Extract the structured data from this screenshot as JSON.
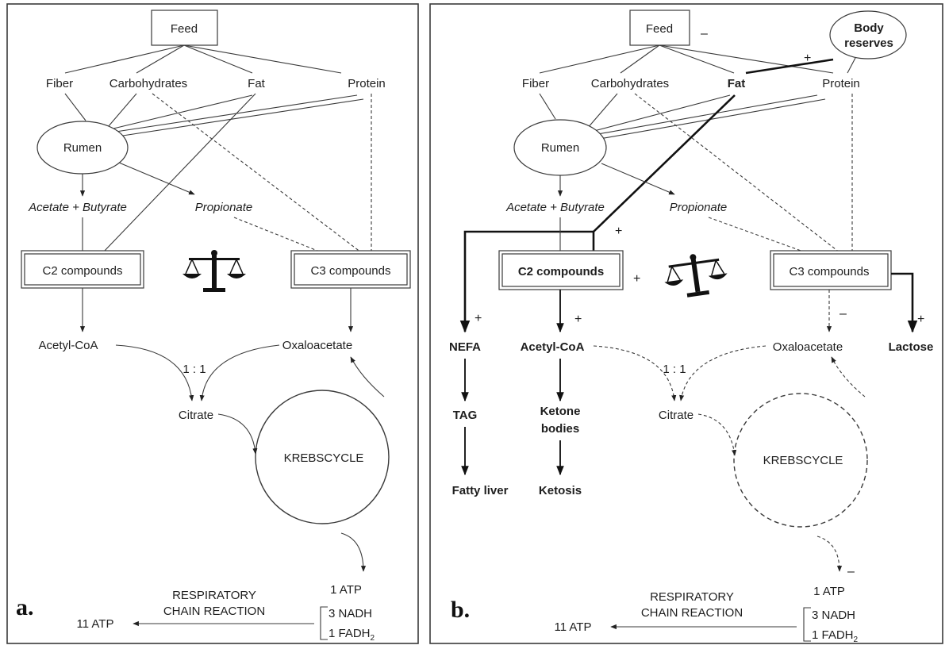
{
  "panel_a": {
    "letter": "a.",
    "feed": "Feed",
    "fiber": "Fiber",
    "carbohydrates": "Carbohydrates",
    "fat": "Fat",
    "protein": "Protein",
    "rumen": "Rumen",
    "acetate_butyrate": "Acetate + Butyrate",
    "propionate": "Propionate",
    "c2": "C2 compounds",
    "c3": "C3 compounds",
    "acetyl_coa": "Acetyl-CoA",
    "oxaloacetate": "Oxaloacetate",
    "ratio": "1 : 1",
    "citrate": "Citrate",
    "krebs": "KREBSCYCLE",
    "atp1": "1 ATP",
    "nadh": "3 NADH",
    "fadh_base": "1 FADH",
    "fadh_sub": "2",
    "resp1": "RESPIRATORY",
    "resp2": "CHAIN REACTION",
    "atp11": "11 ATP"
  },
  "panel_b": {
    "letter": "b.",
    "feed": "Feed",
    "body_reserves_1": "Body",
    "body_reserves_2": "reserves",
    "fiber": "Fiber",
    "carbohydrates": "Carbohydrates",
    "fat": "Fat",
    "protein": "Protein",
    "rumen": "Rumen",
    "acetate_butyrate": "Acetate + Butyrate",
    "propionate": "Propionate",
    "c2": "C2 compounds",
    "c3": "C3 compounds",
    "nefa": "NEFA",
    "acetyl_coa": "Acetyl-CoA",
    "oxaloacetate": "Oxaloacetate",
    "lactose": "Lactose",
    "ratio": "1 : 1",
    "tag": "TAG",
    "ketone1": "Ketone",
    "ketone2": "bodies",
    "citrate": "Citrate",
    "krebs": "KREBSCYCLE",
    "fatty_liver": "Fatty liver",
    "ketosis": "Ketosis",
    "atp1": "1 ATP",
    "nadh": "3 NADH",
    "fadh_base": "1 FADH",
    "fadh_sub": "2",
    "resp1": "RESPIRATORY",
    "resp2": "CHAIN REACTION",
    "atp11": "11 ATP",
    "plus": "+",
    "minus": "–"
  }
}
